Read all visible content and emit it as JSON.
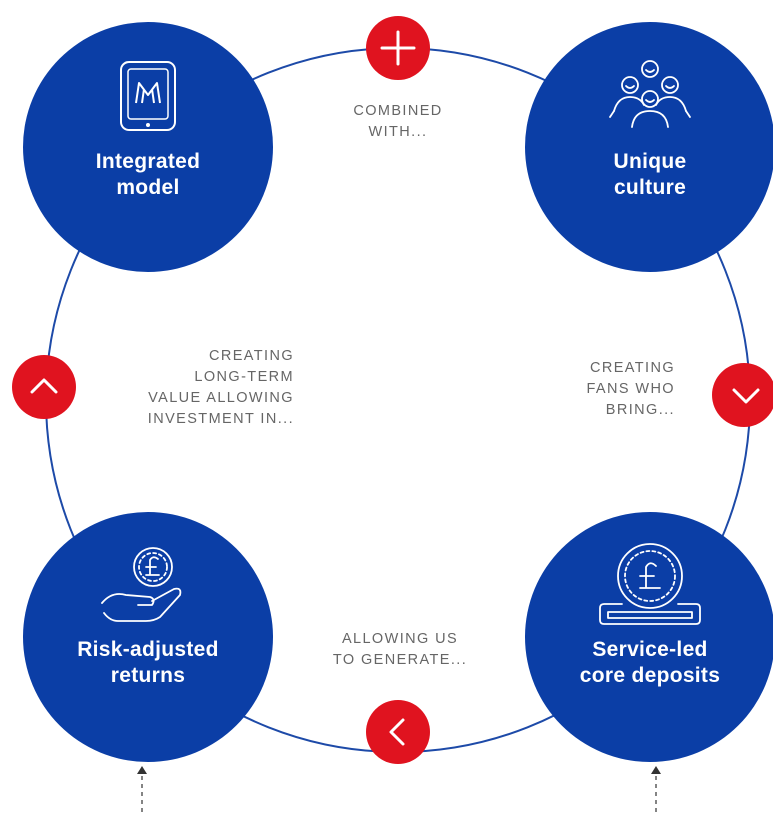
{
  "colors": {
    "node_fill": "#0b3ea6",
    "connector_fill": "#e0131f",
    "ring_stroke": "#1d4aa8",
    "caption_text": "#666666",
    "arrow": "#333333"
  },
  "nodes": {
    "top_left": {
      "line1": "Integrated",
      "line2": "model",
      "icon": "tablet-logo-icon"
    },
    "top_right": {
      "line1": "Unique",
      "line2": "culture",
      "icon": "people-group-icon"
    },
    "bottom_right": {
      "line1": "Service-led",
      "line2": "core deposits",
      "icon": "pound-coin-icon"
    },
    "bottom_left": {
      "line1": "Risk-adjusted",
      "line2": "returns",
      "icon": "hand-coin-icon"
    }
  },
  "connectors": {
    "top": "plus-icon",
    "right": "chevron-down-icon",
    "bottom": "chevron-left-icon",
    "left": "chevron-up-icon"
  },
  "captions": {
    "top": {
      "line1": "COMBINED",
      "line2": "WITH..."
    },
    "right": {
      "line1": "CREATING",
      "line2": "FANS WHO",
      "line3": "BRING..."
    },
    "bottom": {
      "line1": "ALLOWING US",
      "line2": "TO GENERATE..."
    },
    "left": {
      "line1": "CREATING",
      "line2": "LONG-TERM",
      "line3": "VALUE ALLOWING",
      "line4": "INVESTMENT IN..."
    }
  }
}
